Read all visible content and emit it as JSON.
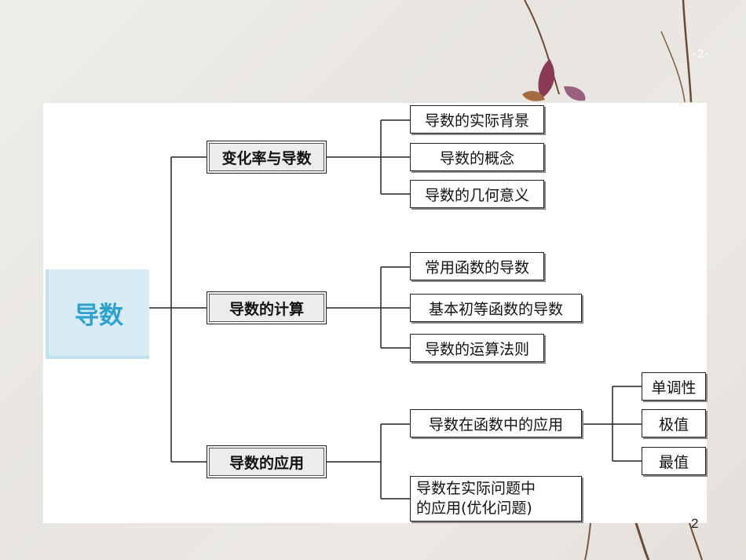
{
  "slide_label_top": "-2-",
  "root": {
    "label": "导数"
  },
  "branches": [
    {
      "label": "变化率与导数",
      "children": [
        "导数的实际背景",
        "导数的概念",
        "导数的几何意义"
      ]
    },
    {
      "label": "导数的计算",
      "children": [
        "常用函数的导数",
        "基本初等函数的导数",
        "导数的运算法则"
      ]
    },
    {
      "label": "导数的应用",
      "children": [
        {
          "label": "导数在函数中的应用",
          "children": [
            "单调性",
            "极值",
            "最值"
          ]
        },
        {
          "label_line1": "导数在实际问题中",
          "label_line2": "的应用(优化问题)"
        }
      ]
    }
  ],
  "page_number": "2",
  "colors": {
    "root_text": "#2ea1cf",
    "root_bg": "#d8ecf6",
    "level1_bg": "#ececec"
  }
}
